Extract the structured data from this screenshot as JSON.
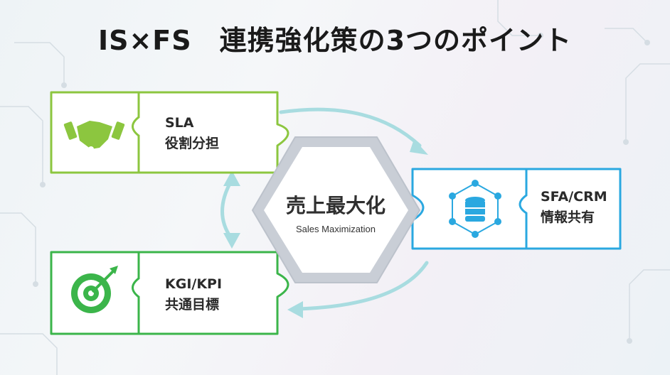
{
  "title": "IS×FS　連携強化策の3つのポイント",
  "center": {
    "main": "売上最大化",
    "sub": "Sales Maximization"
  },
  "cards": [
    {
      "line1": "SLA",
      "line2": "役割分担",
      "icon": "handshake-icon",
      "color": "#8cc63f"
    },
    {
      "line1": "SFA/CRM",
      "line2": "情報共有",
      "icon": "database-network-icon",
      "color": "#2aa8e0"
    },
    {
      "line1": "KGI/KPI",
      "line2": "共通目標",
      "icon": "target-icon",
      "color": "#3bb54a"
    }
  ],
  "colors": {
    "green_light": "#8cc63f",
    "blue": "#2aa8e0",
    "green": "#3bb54a",
    "arrow": "#a8dce0"
  }
}
